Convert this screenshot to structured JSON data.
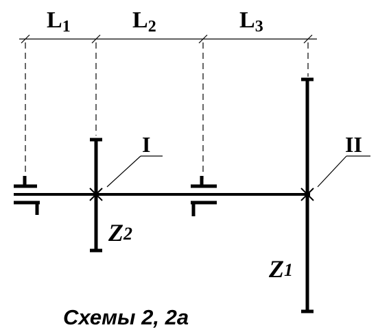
{
  "dimensions": {
    "L1": {
      "main": "L",
      "sub": "1"
    },
    "L2": {
      "main": "L",
      "sub": "2"
    },
    "L3": {
      "main": "L",
      "sub": "3"
    }
  },
  "sections": {
    "I": "I",
    "II": "II"
  },
  "gears": {
    "Z2": {
      "main": "Z",
      "sub": "2"
    },
    "Z1": {
      "main": "Z",
      "sub": "1"
    }
  },
  "caption": "Схемы 2, 2а"
}
